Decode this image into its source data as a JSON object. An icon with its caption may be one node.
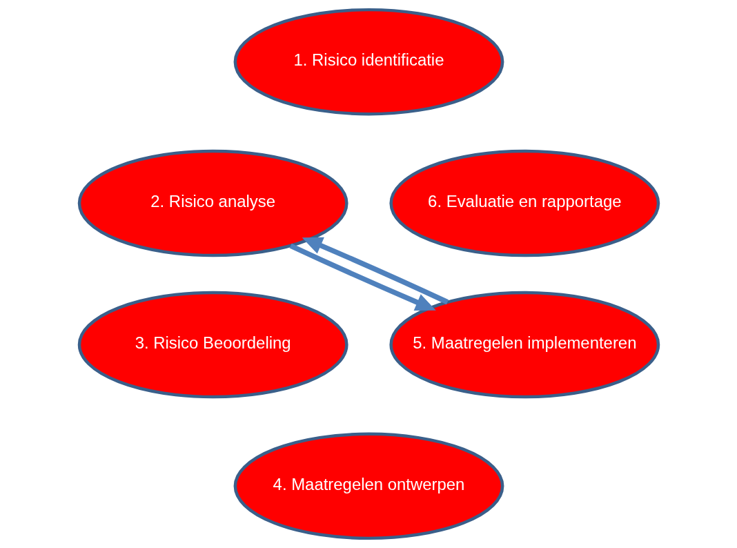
{
  "diagram": {
    "nodes": [
      {
        "text": [
          "1. Risico identificatie"
        ]
      },
      {
        "text": [
          "2. Risico analyse"
        ]
      },
      {
        "text": [
          "3. Risico Beoordeling"
        ]
      },
      {
        "text": [
          "4. Maatregelen ontwerpen"
        ]
      },
      {
        "text": [
          "5. Maatregelen implementeren"
        ]
      },
      {
        "text": [
          "6. Evaluatie en rapportage"
        ]
      }
    ],
    "edges": [
      {
        "from": 4,
        "to": 1,
        "arrow": "to",
        "color": "#4f81bd"
      },
      {
        "from": 1,
        "to": 4,
        "arrow": "to",
        "color": "#4f81bd"
      }
    ]
  }
}
